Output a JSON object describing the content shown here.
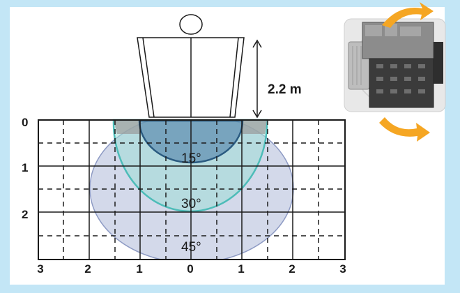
{
  "diagram": {
    "mount_height_label": "2.2 m",
    "row_labels": [
      "0",
      "1",
      "2"
    ],
    "column_labels": [
      "3",
      "2",
      "1",
      "0",
      "1",
      "2",
      "3"
    ],
    "angle_labels": [
      "15°",
      "30°",
      "45°"
    ],
    "colors": {
      "background": "#c3e6f6",
      "panel": "#ffffff",
      "grid": "#1a1a1a",
      "zone_15": "#2a5a80",
      "zone_30": "#4dbcb8",
      "zone_45": "#aeb9d8",
      "arrow": "#f5a623"
    },
    "icons": [
      "person-head-icon",
      "lamp-housing-icon",
      "height-arrow-icon",
      "rotation-arrow-icon",
      "sensor-module-photo"
    ]
  }
}
